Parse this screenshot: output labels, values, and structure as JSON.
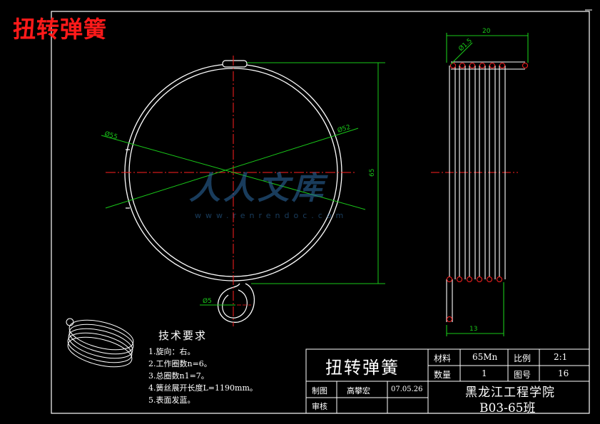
{
  "title": "扭转弹簧",
  "technical_requirements": {
    "heading": "技术要求",
    "items": [
      "1.旋向：右。",
      "2.工作圈数n=6。",
      "3.总圈数n1=7。",
      "4.簧丝展开长度L=1190mm。",
      "5.表面发蓝。"
    ]
  },
  "dimensions": {
    "wire_diameter": "Ø55",
    "mean_diameter": "Ø52",
    "height": "65",
    "eye_diameter": "Ø5",
    "coil_length": "20",
    "wire_thickness": "Ø1.5",
    "bottom_length": "13"
  },
  "title_block": {
    "part_name": "扭转弹簧",
    "material_label": "材料",
    "material_value": "65Mn",
    "scale_label": "比例",
    "scale_value": "2:1",
    "quantity_label": "数量",
    "quantity_value": "1",
    "drawing_no_label": "图号",
    "drawing_no_value": "16",
    "drawn_label": "制图",
    "drawn_by": "高攀宏",
    "date": "07.05.26",
    "review_label": "审核",
    "school": "黑龙江工程学院",
    "class": "B03-65班"
  },
  "watermark": {
    "logo": "人人文库",
    "url": "www.renrendoc.com"
  },
  "colors": {
    "background": "#000000",
    "lines": "#ffffff",
    "title": "#ff1a1a",
    "centerline": "#ff2020",
    "dimension": "#19c819"
  }
}
